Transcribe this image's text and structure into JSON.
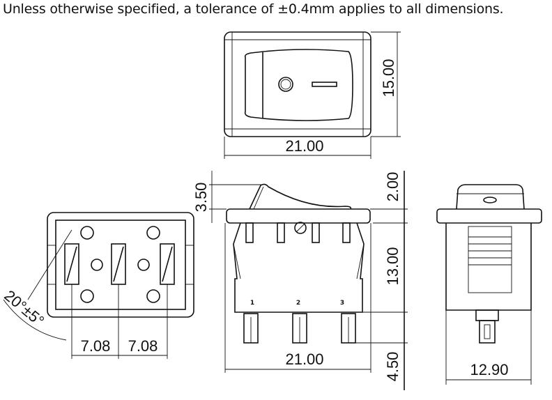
{
  "note": "Unless otherwise specified, a tolerance of ±0.4mm applies to all dimensions.",
  "top_view": {
    "width": "21.00",
    "height": "15.00"
  },
  "side_view": {
    "rocker_height": "3.50",
    "flange": "2.00",
    "body_height": "13.00",
    "pin_length": "4.50",
    "width": "21.00",
    "pins": [
      "1",
      "2",
      "3"
    ]
  },
  "bottom_view": {
    "pitch_1": "7.08",
    "pitch_2": "7.08",
    "angle": "20°±5°"
  },
  "end_view": {
    "depth": "12.90"
  }
}
